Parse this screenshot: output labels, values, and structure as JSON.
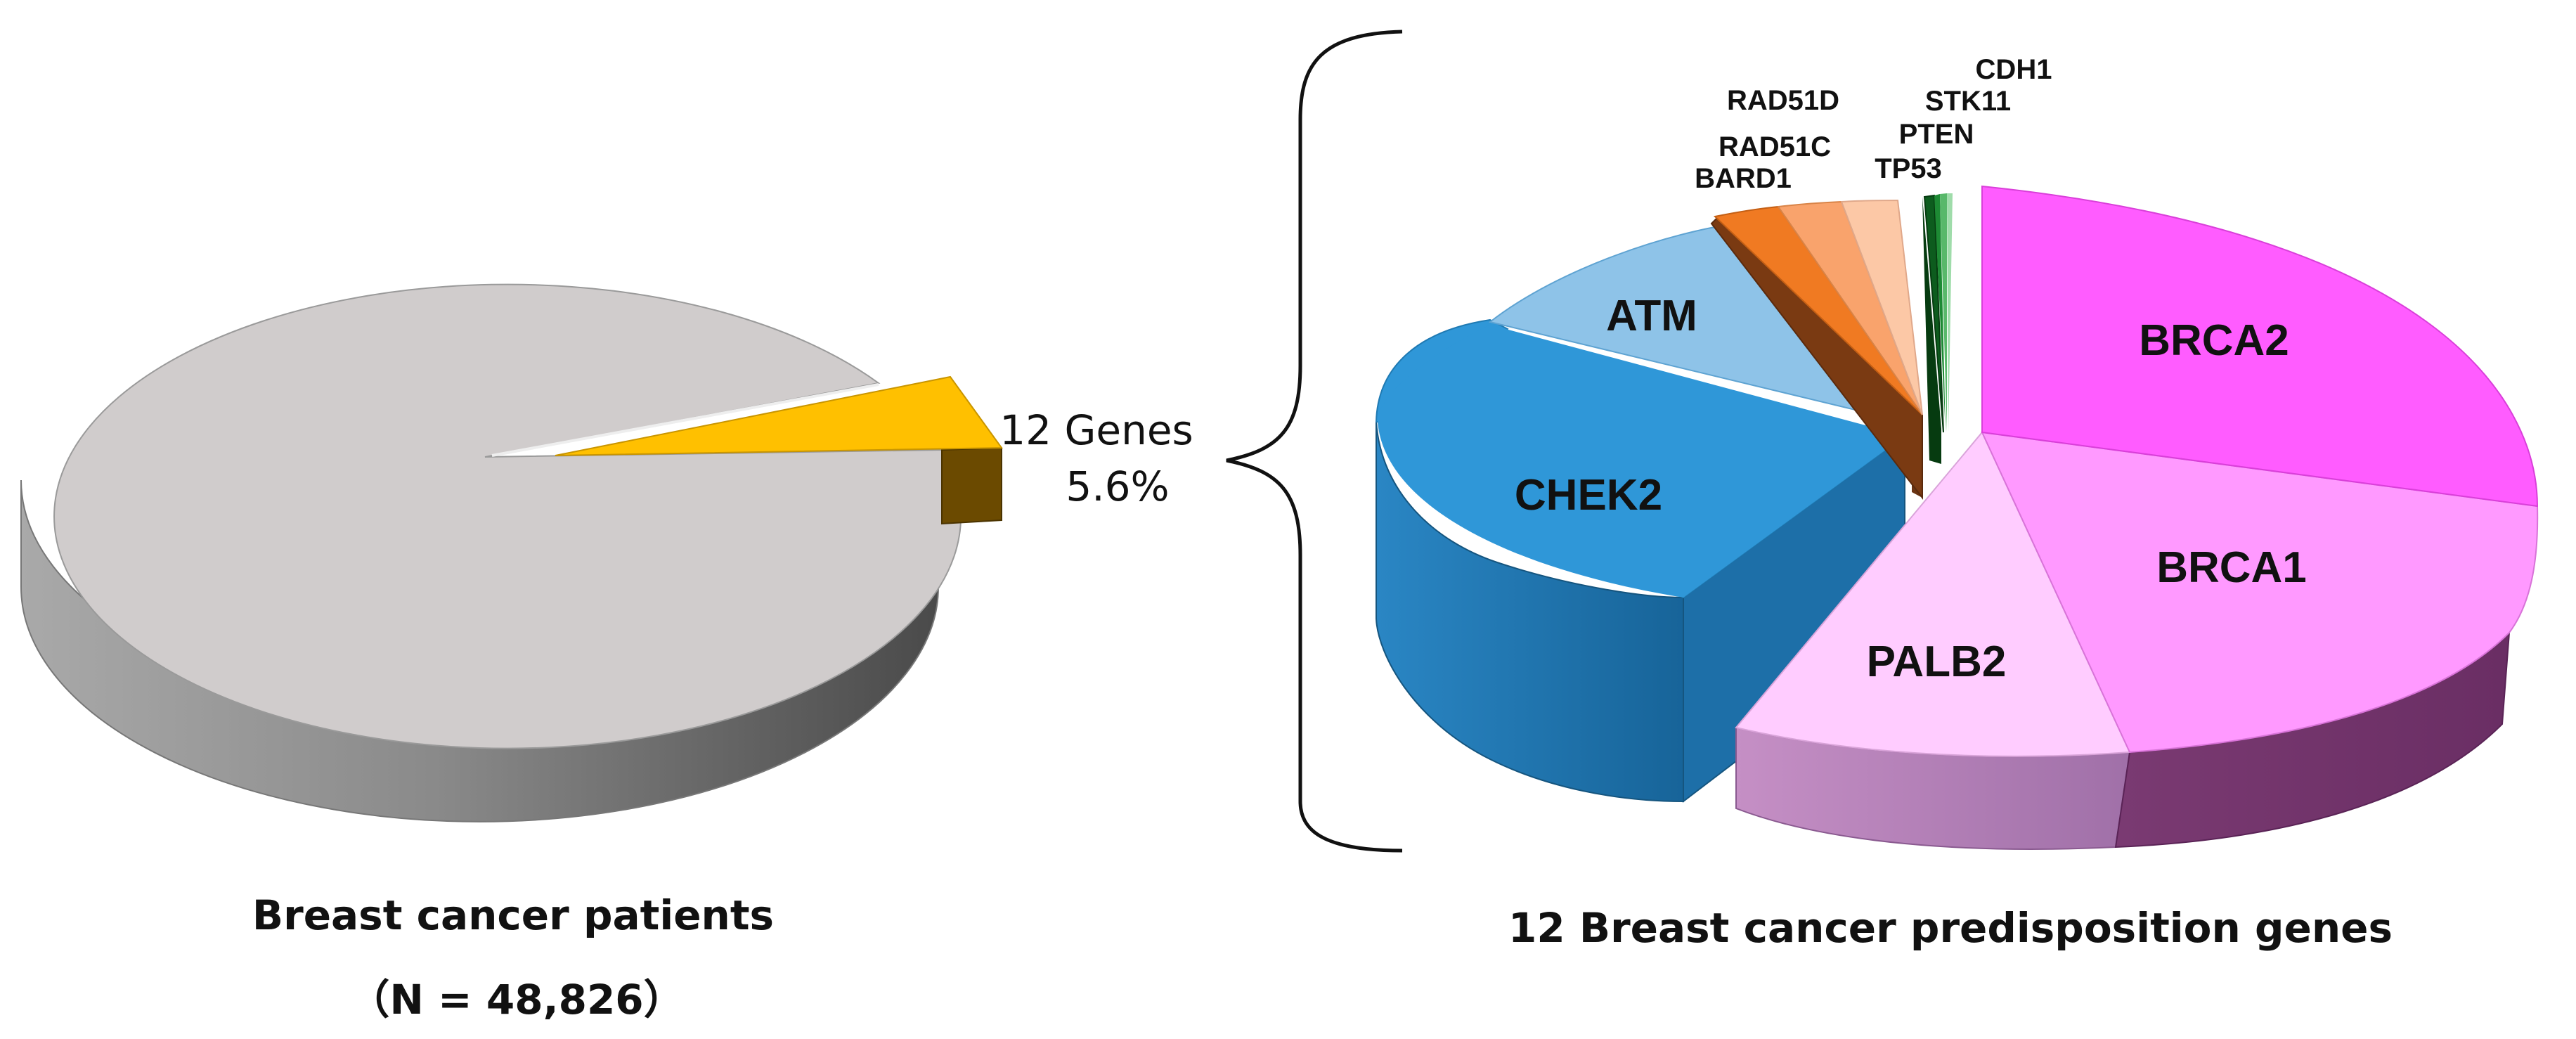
{
  "chart_data": [
    {
      "type": "pie",
      "style": "3d-exploded",
      "slices": [
        {
          "label": "",
          "value": 94.4,
          "color": "#cfcfcf"
        },
        {
          "label": "12 Genes",
          "value": 5.6,
          "color": "#ffc000",
          "exploded": true
        }
      ],
      "callout": {
        "line1": "12 Genes",
        "line2": "5.6%"
      },
      "caption": "Breast cancer patients",
      "subcaption": "（N = 48,826）"
    },
    {
      "type": "pie",
      "style": "3d-exploded",
      "slices": [
        {
          "label": "BRCA2",
          "value": 27.5,
          "color": "#ff5cff"
        },
        {
          "label": "BRCA1",
          "value": 18.0,
          "color": "#ff99ff"
        },
        {
          "label": "PALB2",
          "value": 14.0,
          "color": "#ffccff"
        },
        {
          "label": "CHEK2",
          "value": 21.5,
          "color": "#2f97d8"
        },
        {
          "label": "ATM",
          "value": 10.5,
          "color": "#8ec3e8"
        },
        {
          "label": "BARD1",
          "value": 1.7,
          "color": "#f07a22"
        },
        {
          "label": "RAD51C",
          "value": 1.6,
          "color": "#f9a36c"
        },
        {
          "label": "RAD51D",
          "value": 1.5,
          "color": "#fcc8a6"
        },
        {
          "label": "TP53",
          "value": 0.7,
          "color": "#0d5c1e"
        },
        {
          "label": "PTEN",
          "value": 0.4,
          "color": "#1d8a34"
        },
        {
          "label": "STK11",
          "value": 0.35,
          "color": "#58b86a"
        },
        {
          "label": "CDH1",
          "value": 0.35,
          "color": "#9fdcaa"
        }
      ],
      "caption": "12 Breast cancer predisposition genes"
    }
  ]
}
